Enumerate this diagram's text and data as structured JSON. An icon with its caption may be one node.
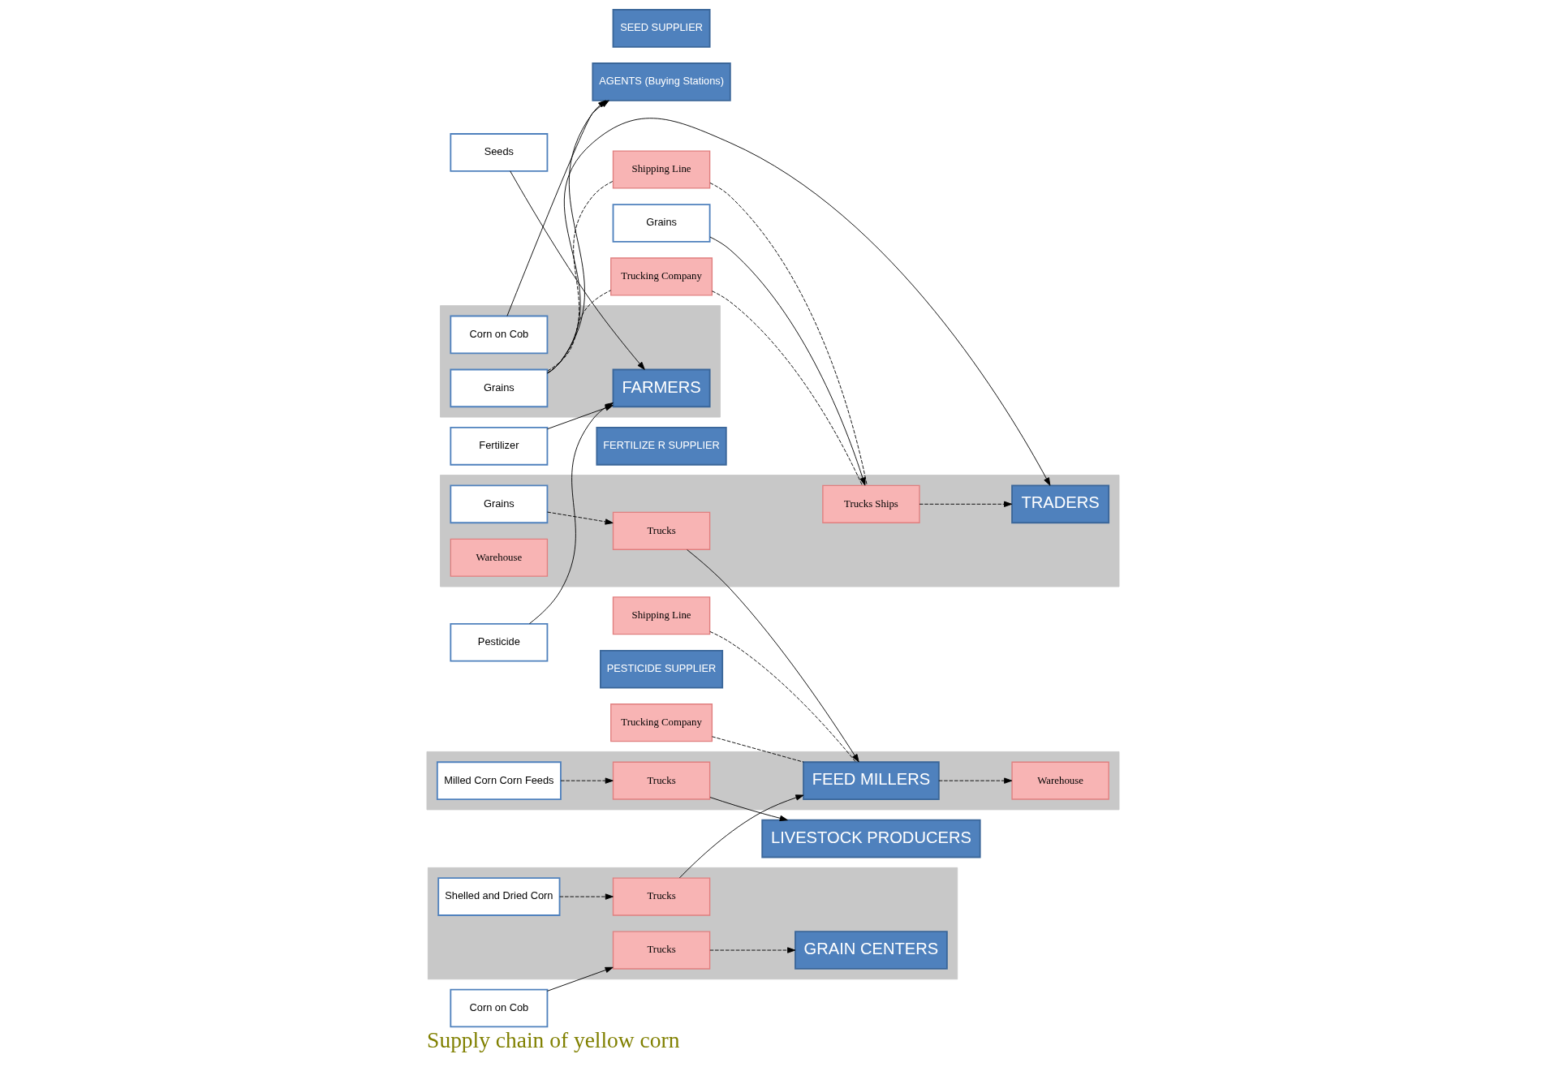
{
  "diagram": {
    "title": "Supply chain of yellow corn",
    "nodes": [
      {
        "text": [
          "Seeds"
        ]
      },
      {
        "text": [
          "SEED SUPPLIER"
        ]
      },
      {
        "text": [
          "Fertilizer"
        ]
      },
      {
        "text": [
          "FERTILIZE R SUPPLIER"
        ]
      },
      {
        "text": [
          "Pesticide"
        ]
      },
      {
        "text": [
          "PESTICIDE SUPPLIER"
        ]
      },
      {
        "text": [],
        "shape": "box"
      },
      {
        "text": [
          "GRAIN CENTERS"
        ],
        "in": 6
      },
      {
        "text": [
          "Shelled and Dried Corn"
        ],
        "in": 6
      },
      {
        "text": [
          "Trucks"
        ],
        "in": 6
      },
      {
        "text": [
          "Trucks"
        ],
        "in": 6
      },
      {
        "text": [],
        "shape": "box"
      },
      {
        "text": [
          "FARMERS"
        ],
        "in": 11
      },
      {
        "text": [
          "Corn on Cob"
        ],
        "in": 11
      },
      {
        "text": [
          "Grains"
        ],
        "in": 11
      },
      {
        "text": [
          "Corn on Cob"
        ]
      },
      {
        "text": [
          "AGENTS (Buying Stations)"
        ]
      },
      {
        "text": [
          "Grains"
        ]
      },
      {
        "text": [],
        "shape": "box"
      },
      {
        "text": [
          "FEED MILLERS"
        ],
        "in": 18
      },
      {
        "text": [
          "Warehouse"
        ],
        "in": 18
      },
      {
        "text": [
          "Milled Corn Corn Feeds"
        ],
        "in": 18
      },
      {
        "text": [
          "Trucks"
        ],
        "in": 18
      },
      {
        "text": [
          "Trucking Company"
        ]
      },
      {
        "text": [
          "Shipping Line"
        ]
      },
      {
        "text": [
          "Trucking Company"
        ]
      },
      {
        "text": [
          "Shipping Line"
        ]
      },
      {
        "text": [],
        "shape": "box"
      },
      {
        "text": [
          "Trucks Ships"
        ],
        "in": 27
      },
      {
        "text": [
          "Trucks"
        ],
        "in": 27
      },
      {
        "text": [
          "Grains"
        ],
        "in": 27
      },
      {
        "text": [
          "TRADERS"
        ],
        "in": 27
      },
      {
        "text": [
          "Warehouse"
        ],
        "in": 27
      },
      {
        "text": [
          "LIVESTOCK PRODUCERS"
        ]
      }
    ],
    "edges": [
      {
        "from": 0,
        "to": 12,
        "arrow": "to"
      },
      {
        "from": 2,
        "to": 12,
        "arrow": "to"
      },
      {
        "from": 4,
        "to": 12,
        "arrow": "to"
      },
      {
        "from": 13,
        "to": 16,
        "arrow": "to"
      },
      {
        "from": 14,
        "to": 16,
        "arrow": "to"
      },
      {
        "from": 14,
        "to": 31,
        "arrow": "to"
      },
      {
        "from": 15,
        "to": 9,
        "arrow": "to"
      },
      {
        "from": 9,
        "to": 7,
        "arrow": "to",
        "style": "dashed"
      },
      {
        "from": 8,
        "to": 10,
        "arrow": "to",
        "style": "dashed"
      },
      {
        "from": 10,
        "to": 19,
        "arrow": "to"
      },
      {
        "from": 29,
        "to": 19,
        "arrow": "to"
      },
      {
        "from": 23,
        "to": 19,
        "arrow": "none",
        "style": "dashed"
      },
      {
        "from": 24,
        "to": 19,
        "arrow": "none",
        "style": "dashed"
      },
      {
        "from": 19,
        "to": 20,
        "arrow": "to",
        "style": "dashed"
      },
      {
        "from": 21,
        "to": 22,
        "arrow": "to",
        "style": "dashed"
      },
      {
        "from": 22,
        "to": 33,
        "arrow": "to"
      },
      {
        "from": 17,
        "to": 28,
        "arrow": "to"
      },
      {
        "from": 14,
        "to": 25,
        "arrow": "none",
        "style": "dashed"
      },
      {
        "from": 14,
        "to": 26,
        "arrow": "none",
        "style": "dashed"
      },
      {
        "from": 25,
        "to": 28,
        "arrow": "none",
        "style": "dashed"
      },
      {
        "from": 26,
        "to": 28,
        "arrow": "none",
        "style": "dashed"
      },
      {
        "from": 28,
        "to": 31,
        "arrow": "to",
        "style": "dashed"
      },
      {
        "from": 30,
        "to": 29,
        "arrow": "to",
        "style": "dashed"
      }
    ]
  }
}
